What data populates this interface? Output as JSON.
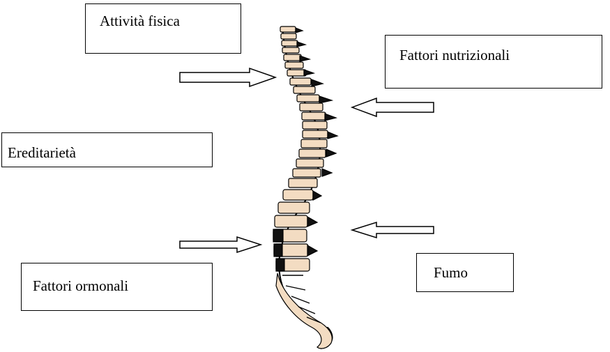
{
  "diagram": {
    "factors": {
      "attivita_fisica": "Attività fisica",
      "fattori_nutrizionali": "Fattori nutrizionali",
      "ereditarieta": "Ereditarietà",
      "fattori_ormonali": "Fattori ormonali",
      "fumo": "Fumo"
    },
    "colors": {
      "bone": "#f3dcc2",
      "outline": "#000000",
      "background": "#ffffff"
    },
    "illustration": "spine-icon"
  }
}
